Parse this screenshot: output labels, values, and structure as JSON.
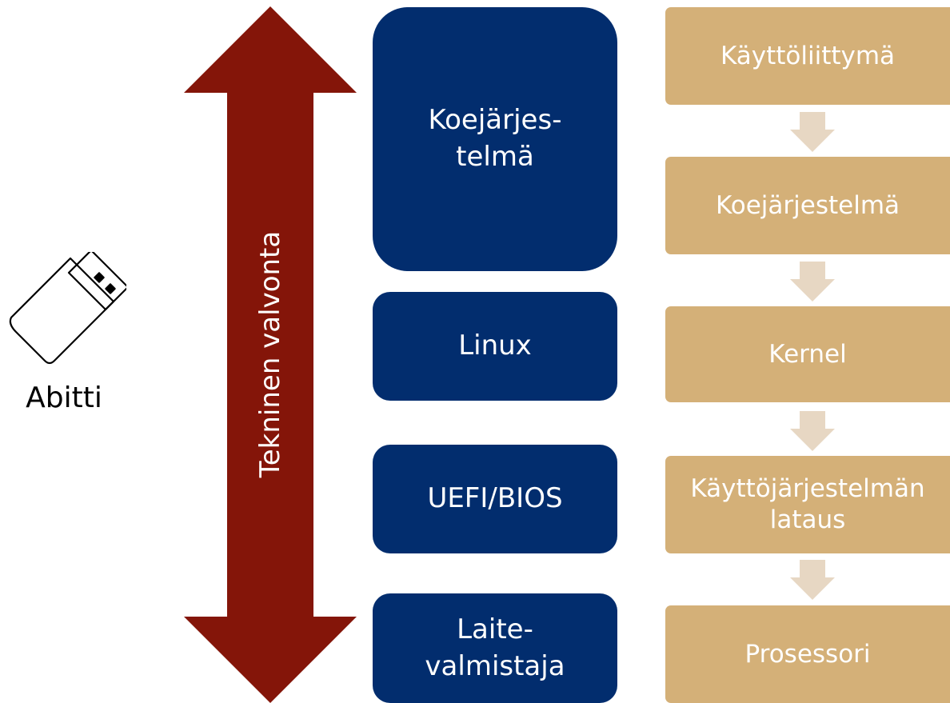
{
  "usb": {
    "icon": "usb-stick-icon",
    "label": "Abitti"
  },
  "arrow": {
    "label": "Tekninen valvonta",
    "color": "#841509"
  },
  "layers": {
    "color": "#022d6e",
    "items": [
      {
        "label": "Koejärjes-\ntelmä"
      },
      {
        "label": "Linux"
      },
      {
        "label": "UEFI/BIOS"
      },
      {
        "label": "Laite-\nvalmistaja"
      }
    ]
  },
  "process": {
    "color": "#d4b078",
    "connector_color": "#e7d7c3",
    "steps": [
      {
        "label": "Käyttöliittymä"
      },
      {
        "label": "Koejärjestelmä"
      },
      {
        "label": "Kernel"
      },
      {
        "label": "Käyttöjärjestelmän\nlataus"
      },
      {
        "label": "Prosessori"
      }
    ]
  }
}
